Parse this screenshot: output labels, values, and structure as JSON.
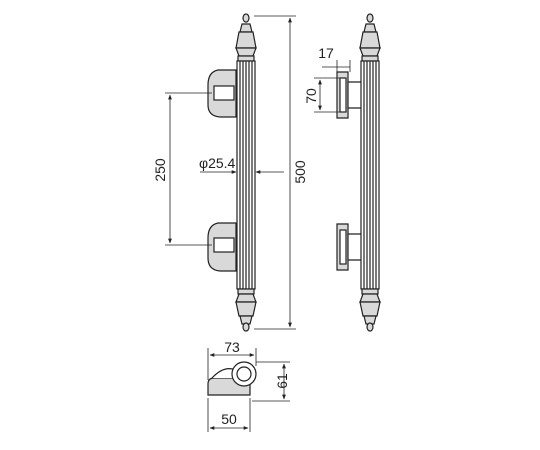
{
  "dimensions": {
    "length": "500",
    "mount_spacing": "250",
    "diameter": "φ25.4",
    "post_height": "70",
    "post_projection": "17",
    "top_width": "73",
    "height_61": "61",
    "base_width": "50"
  }
}
